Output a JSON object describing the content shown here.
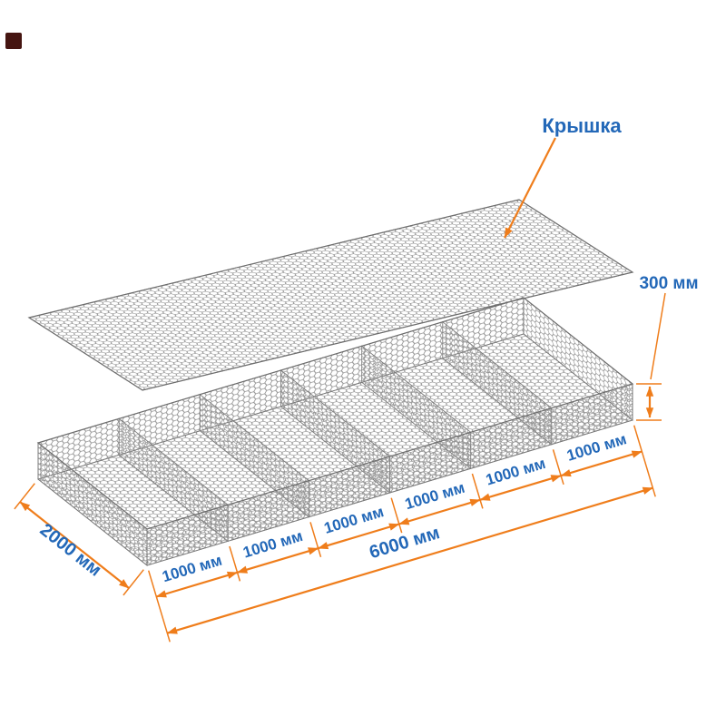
{
  "diagram": {
    "lid_label": "Крышка",
    "dim_height": "300 мм",
    "dim_width": "2000 мм",
    "dim_total": "6000 мм",
    "dim_segments": [
      "1000 мм",
      "1000 мм",
      "1000 мм",
      "1000 мм",
      "1000 мм",
      "1000 мм"
    ],
    "colors": {
      "dimension_orange": "#ef7d1b",
      "label_blue": "#2368b8",
      "mesh_gray": "#8f8f8f"
    }
  }
}
